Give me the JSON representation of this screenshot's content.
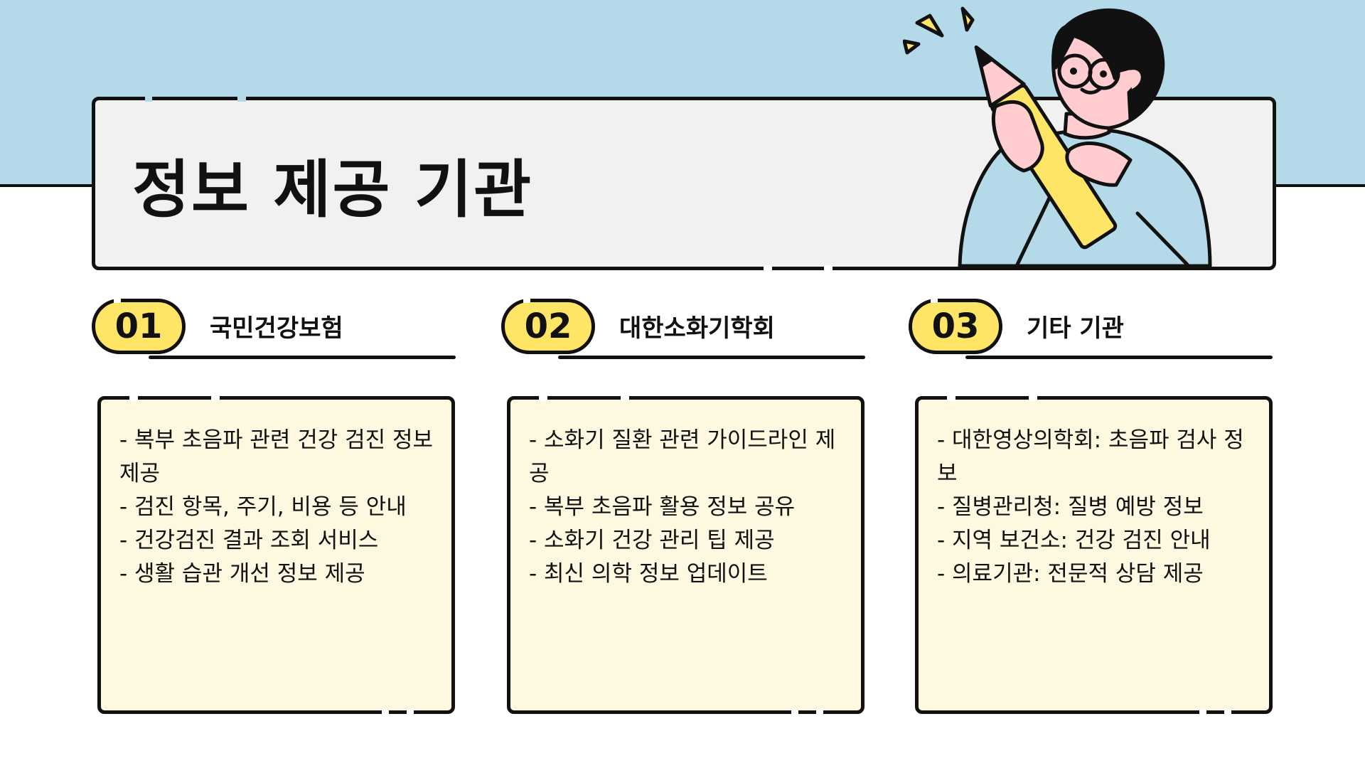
{
  "title": "정보 제공 기관",
  "illustration": "person-holding-pencil-illustration",
  "colors": {
    "sky": "#b4d9e8",
    "title_box": "#f1f1f1",
    "accent_yellow": "#ffe566",
    "card_bg": "#fff8e1",
    "skin": "#ffcdd0",
    "outline": "#111111"
  },
  "sections": [
    {
      "number": "01",
      "title": "국민건강보험",
      "items": [
        "- 복부 초음파 관련 건강 검진 정보 제공",
        "- 검진 항목, 주기, 비용 등 안내",
        "- 건강검진 결과 조회 서비스",
        "- 생활 습관 개선 정보 제공"
      ]
    },
    {
      "number": "02",
      "title": "대한소화기학회",
      "items": [
        "- 소화기 질환 관련 가이드라인 제공",
        "- 복부 초음파 활용 정보 공유",
        "- 소화기 건강 관리 팁 제공",
        "- 최신 의학 정보 업데이트"
      ]
    },
    {
      "number": "03",
      "title": "기타 기관",
      "items": [
        "- 대한영상의학회: 초음파 검사 정보",
        "- 질병관리청: 질병 예방 정보",
        "- 지역 보건소: 건강 검진 안내",
        "- 의료기관: 전문적 상담 제공"
      ]
    }
  ]
}
